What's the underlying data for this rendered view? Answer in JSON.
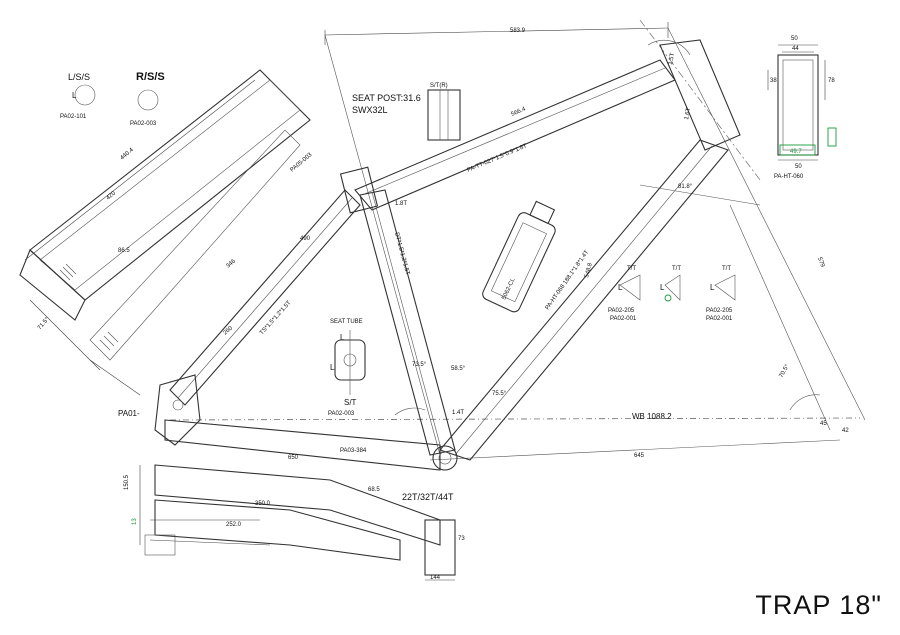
{
  "title": "TRAP 18\"",
  "labels": {
    "ls_s": "L/S/S",
    "rs_s": "R/S/S",
    "pa02_101": "PA02-101",
    "pa02_003_top": "PA02-003",
    "seat_post": "SEAT POST:31.6",
    "seat_post_code": "SWX32L",
    "st_r": "S/T(R)",
    "pa_ht": "PA-HT-060",
    "pa05": "PA05-003",
    "seat_tube": "SEAT TUBE",
    "st_bottom": "S/T",
    "pa02_003_bottom": "PA02-003",
    "pa01": "PA01-",
    "pa03": "PA03-384",
    "wb": "WB 1088.2",
    "chainring": "22T/32T/44T",
    "tt_left": "T/T",
    "tt_mid": "T/T",
    "tt_right": "T/T",
    "pa02_205_left": "PA02-205",
    "pa02_001_left": "PA02-001",
    "pa02_205_right": "PA02-205",
    "pa02_001_right": "PA02-001",
    "tt_tube": "PA-TT-027*1.5*0.9*1.8T",
    "dt_tube": "PA-HT-068 188.1*1.8*1.4T",
    "st_tube": "DT*1.5*1.2*1.5T",
    "ss_tube": "TS*1.5*1.2*1.5T",
    "bottle": "5062-CL",
    "l1": "L",
    "l2": "L",
    "l3": "L",
    "l4": "L",
    "l5": "L",
    "l6": "L"
  },
  "dimensions": {
    "top_len": "583.9",
    "tt_len": "566.4",
    "st_len": "490",
    "dt_len": "548.8",
    "ht_ang": "70.5°",
    "st_ang": "73.5°",
    "right_vertical": "579",
    "bottom_len": "645",
    "chainstay": "650",
    "cs_len": "252.0",
    "cs2": "350.0",
    "ht_len": "1.5T",
    "ht_len2": "1.6T",
    "ss_len": "440.4",
    "ss_len2": "420",
    "ss_len3": "346",
    "ds_len": "260",
    "fork_off": "86.5",
    "left_ang": "71.5°",
    "ang2": "75.5°",
    "ang3": "58.5°",
    "ang4": "81.8°",
    "bb_drop": "68.5",
    "bb_w": "73",
    "ht_top": "50",
    "ht_w": "44",
    "ht_h": "78",
    "ht_mid": "38",
    "ht_bot": "49.7",
    "ht_base": "50",
    "cs_offset": "150.5",
    "cs_v": "13",
    "cs_w": "144",
    "misc_1": "1.4T",
    "misc_2": "1.8T",
    "misc_3": "45",
    "misc_4": "42"
  }
}
